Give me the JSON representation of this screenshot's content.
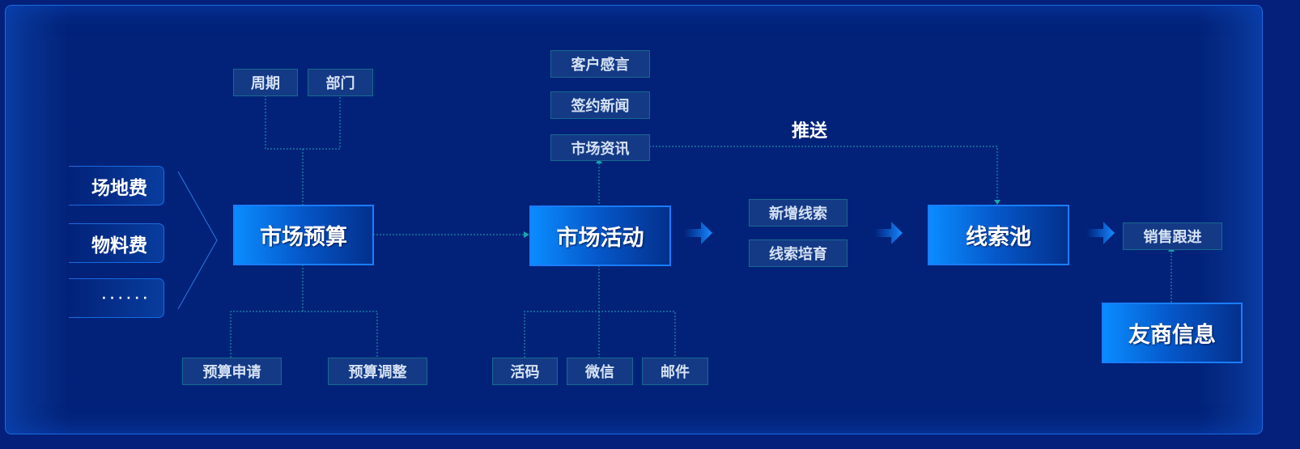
{
  "costs": [
    "场地费",
    "物料费",
    "· · · · · ·"
  ],
  "budget": {
    "title": "市场预算",
    "top": [
      "周期",
      "部门"
    ],
    "bottom": [
      "预算申请",
      "预算调整"
    ]
  },
  "activity": {
    "title": "市场活动",
    "top": [
      "客户感言",
      "签约新闻",
      "市场资讯"
    ],
    "bottom": [
      "活码",
      "微信",
      "邮件"
    ]
  },
  "push_label": "推送",
  "leads": [
    "新增线索",
    "线索培育"
  ],
  "lead_pool": "线索池",
  "sales_follow": "销售跟进",
  "partner_info": "友商信息",
  "colors": {
    "background": "#022279",
    "main_box": "#0a8cff",
    "connector": "#1aa5b0"
  }
}
